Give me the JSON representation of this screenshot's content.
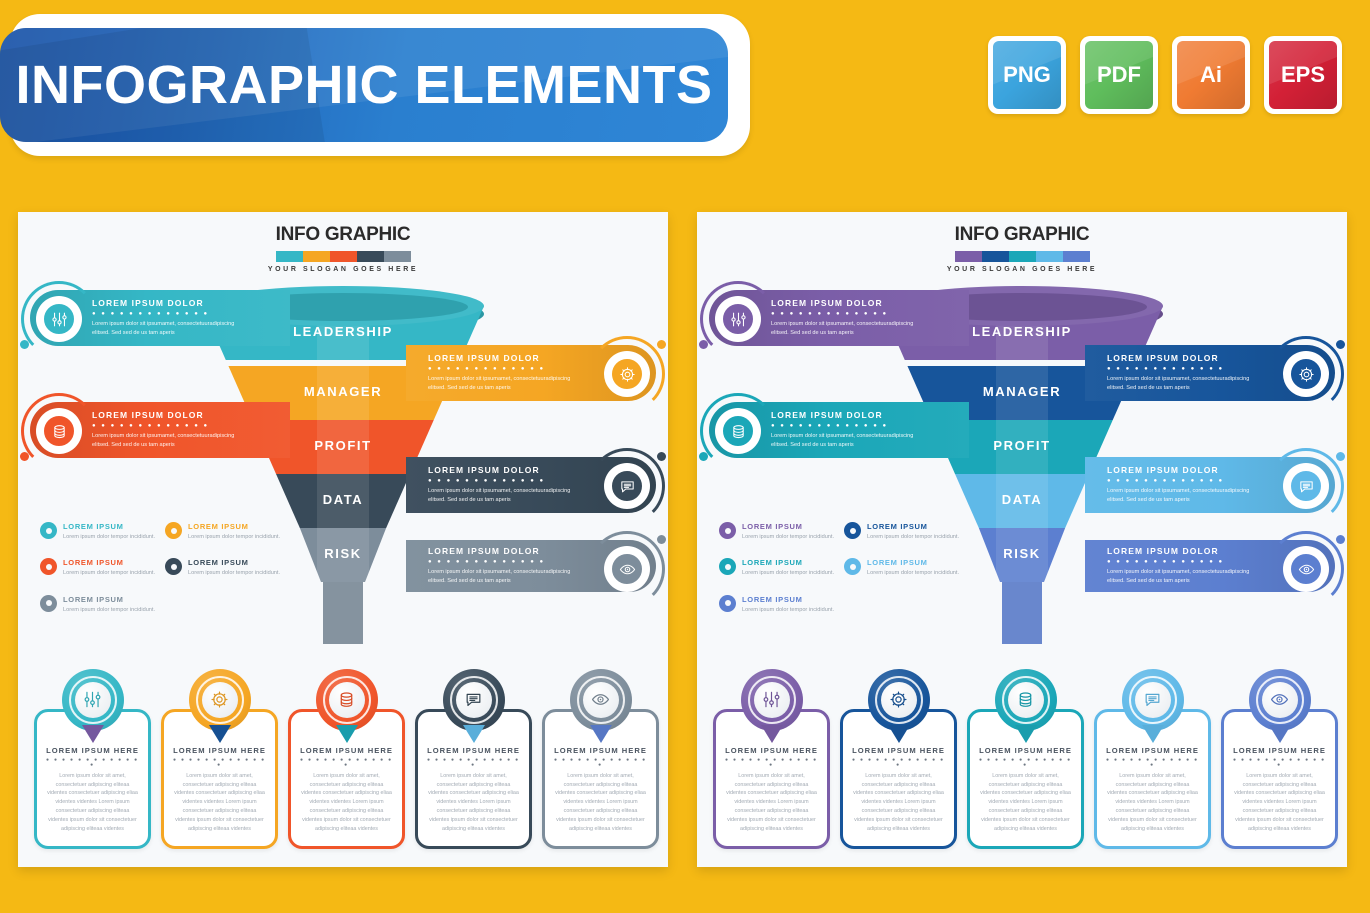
{
  "banner": {
    "title": "INFOGRAPHIC ELEMENTS"
  },
  "badges": [
    {
      "label": "PNG",
      "color": "#3BA4DE"
    },
    {
      "label": "PDF",
      "color": "#5FBD5C"
    },
    {
      "label": "Ai",
      "color": "#F07B32"
    },
    {
      "label": "EPS",
      "color": "#D32036"
    }
  ],
  "panels": [
    {
      "name": "panel-warm",
      "header": {
        "title": "INFO GRAPHIC",
        "slogan": "YOUR SLOGAN GOES HERE"
      },
      "palette": [
        "#35B7C6",
        "#F5A623",
        "#F0552A",
        "#384A59",
        "#7D8D9B"
      ],
      "funnel_stages": [
        {
          "label": "LEADERSHIP",
          "color": "#35B7C6"
        },
        {
          "label": "MANAGER",
          "color": "#F5A623"
        },
        {
          "label": "PROFIT",
          "color": "#F0552A"
        },
        {
          "label": "DATA",
          "color": "#384A59"
        },
        {
          "label": "RISK",
          "color": "#7D8D9B"
        }
      ],
      "callouts": [
        {
          "side": "left",
          "title": "LOREM IPSUM DOLOR",
          "desc": "Lorem ipsum dolor sit ipsumamet, consectetuuradipiscing elitsed. Sed sed de us tam aperis",
          "color": "#35B7C6",
          "icon": "sliders-icon"
        },
        {
          "side": "right",
          "title": "LOREM IPSUM DOLOR",
          "desc": "Lorem ipsum dolor sit ipsumamet, consectetuuradipiscing elitsed. Sed sed de us tam aperis",
          "color": "#F5A623",
          "icon": "gear-icon"
        },
        {
          "side": "left",
          "title": "LOREM IPSUM DOLOR",
          "desc": "Lorem ipsum dolor sit ipsumamet, consectetuuradipiscing elitsed. Sed sed de us tam aperis",
          "color": "#F0552A",
          "icon": "coins-icon"
        },
        {
          "side": "right",
          "title": "LOREM IPSUM DOLOR",
          "desc": "Lorem ipsum dolor sit ipsumamet, consectetuuradipiscing elitsed. Sed sed de us tam aperis",
          "color": "#384A59",
          "icon": "chat-icon"
        },
        {
          "side": "right",
          "title": "LOREM IPSUM DOLOR",
          "desc": "Lorem ipsum dolor sit ipsumamet, consectetuuradipiscing elitsed. Sed sed de us tam aperis",
          "color": "#7D8D9B",
          "icon": "eye-icon"
        }
      ],
      "legend": [
        {
          "title": "LOREM IPSUM",
          "desc": "Lorem ipsum dolor tempor incididunt.",
          "color": "#35B7C6"
        },
        {
          "title": "LOREM IPSUM",
          "desc": "Lorem ipsum dolor tempor incididunt.",
          "color": "#F5A623"
        },
        {
          "title": "LOREM IPSUM",
          "desc": "Lorem ipsum dolor tempor incididunt.",
          "color": "#F0552A"
        },
        {
          "title": "LOREM IPSUM",
          "desc": "Lorem ipsum dolor tempor incididunt.",
          "color": "#384A59"
        },
        {
          "title": "LOREM IPSUM",
          "desc": "Lorem ipsum dolor tempor incididunt.",
          "color": "#7D8D9B"
        }
      ],
      "cards": [
        {
          "title": "LOREM IPSUM HERE",
          "desc": "Lorem ipsum dolor sit amet, consectetuer adipiscing eliteaa videntes consectetuer adipiscing eliaa videntes videntes Lorem ipsum consectetuer adipiscing eliteaa videntes ipsum dolor sit consectetuer adipiscing eliteaa videntes",
          "color": "#35B7C6",
          "icon": "sliders-icon"
        },
        {
          "title": "LOREM IPSUM HERE",
          "desc": "Lorem ipsum dolor sit amet, consectetuer adipiscing eliteaa videntes consectetuer adipiscing eliaa videntes videntes Lorem ipsum consectetuer adipiscing eliteaa videntes ipsum dolor sit consectetuer adipiscing eliteaa videntes",
          "color": "#F5A623",
          "icon": "gear-icon"
        },
        {
          "title": "LOREM IPSUM HERE",
          "desc": "Lorem ipsum dolor sit amet, consectetuer adipiscing eliteaa videntes consectetuer adipiscing eliaa videntes videntes Lorem ipsum consectetuer adipiscing eliteaa videntes ipsum dolor sit consectetuer adipiscing eliteaa videntes",
          "color": "#F0552A",
          "icon": "coins-icon"
        },
        {
          "title": "LOREM IPSUM HERE",
          "desc": "Lorem ipsum dolor sit amet, consectetuer adipiscing eliteaa videntes consectetuer adipiscing eliaa videntes videntes Lorem ipsum consectetuer adipiscing eliteaa videntes ipsum dolor sit consectetuer adipiscing eliteaa videntes",
          "color": "#384A59",
          "icon": "chat-icon"
        },
        {
          "title": "LOREM IPSUM HERE",
          "desc": "Lorem ipsum dolor sit amet, consectetuer adipiscing eliteaa videntes consectetuer adipiscing eliaa videntes videntes Lorem ipsum consectetuer adipiscing eliteaa videntes ipsum dolor sit consectetuer adipiscing eliteaa videntes",
          "color": "#7D8D9B",
          "icon": "eye-icon"
        }
      ]
    },
    {
      "name": "panel-cool",
      "header": {
        "title": "INFO GRAPHIC",
        "slogan": "YOUR SLOGAN GOES HERE"
      },
      "palette": [
        "#7B5EA8",
        "#17559B",
        "#1BA7B8",
        "#5FB9E8",
        "#5C7FD0"
      ],
      "funnel_stages": [
        {
          "label": "LEADERSHIP",
          "color": "#7B5EA8"
        },
        {
          "label": "MANAGER",
          "color": "#17559B"
        },
        {
          "label": "PROFIT",
          "color": "#1BA7B8"
        },
        {
          "label": "DATA",
          "color": "#5FB9E8"
        },
        {
          "label": "RISK",
          "color": "#5C7FD0"
        }
      ],
      "callouts": [
        {
          "side": "left",
          "title": "LOREM IPSUM DOLOR",
          "desc": "Lorem ipsum dolor sit ipsumamet, consectetuuradipiscing elitsed. Sed sed de us tam aperis",
          "color": "#7B5EA8",
          "icon": "sliders-icon"
        },
        {
          "side": "right",
          "title": "LOREM IPSUM DOLOR",
          "desc": "Lorem ipsum dolor sit ipsumamet, consectetuuradipiscing elitsed. Sed sed de us tam aperis",
          "color": "#17559B",
          "icon": "gear-icon"
        },
        {
          "side": "left",
          "title": "LOREM IPSUM DOLOR",
          "desc": "Lorem ipsum dolor sit ipsumamet, consectetuuradipiscing elitsed. Sed sed de us tam aperis",
          "color": "#1BA7B8",
          "icon": "coins-icon"
        },
        {
          "side": "right",
          "title": "LOREM IPSUM DOLOR",
          "desc": "Lorem ipsum dolor sit ipsumamet, consectetuuradipiscing elitsed. Sed sed de us tam aperis",
          "color": "#5FB9E8",
          "icon": "chat-icon"
        },
        {
          "side": "right",
          "title": "LOREM IPSUM DOLOR",
          "desc": "Lorem ipsum dolor sit ipsumamet, consectetuuradipiscing elitsed. Sed sed de us tam aperis",
          "color": "#5C7FD0",
          "icon": "eye-icon"
        }
      ],
      "legend": [
        {
          "title": "LOREM IPSUM",
          "desc": "Lorem ipsum dolor tempor incididunt.",
          "color": "#7B5EA8"
        },
        {
          "title": "LOREM IPSUM",
          "desc": "Lorem ipsum dolor tempor incididunt.",
          "color": "#17559B"
        },
        {
          "title": "LOREM IPSUM",
          "desc": "Lorem ipsum dolor tempor incididunt.",
          "color": "#1BA7B8"
        },
        {
          "title": "LOREM IPSUM",
          "desc": "Lorem ipsum dolor tempor incididunt.",
          "color": "#5FB9E8"
        },
        {
          "title": "LOREM IPSUM",
          "desc": "Lorem ipsum dolor tempor incididunt.",
          "color": "#5C7FD0"
        }
      ],
      "cards": [
        {
          "title": "LOREM IPSUM HERE",
          "desc": "Lorem ipsum dolor sit amet, consectetuer adipiscing eliteaa videntes consectetuer adipiscing eliaa videntes videntes Lorem ipsum consectetuer adipiscing eliteaa videntes ipsum dolor sit consectetuer adipiscing eliteaa videntes",
          "color": "#7B5EA8",
          "icon": "sliders-icon"
        },
        {
          "title": "LOREM IPSUM HERE",
          "desc": "Lorem ipsum dolor sit amet, consectetuer adipiscing eliteaa videntes consectetuer adipiscing eliaa videntes videntes Lorem ipsum consectetuer adipiscing eliteaa videntes ipsum dolor sit consectetuer adipiscing eliteaa videntes",
          "color": "#17559B",
          "icon": "gear-icon"
        },
        {
          "title": "LOREM IPSUM HERE",
          "desc": "Lorem ipsum dolor sit amet, consectetuer adipiscing eliteaa videntes consectetuer adipiscing eliaa videntes videntes Lorem ipsum consectetuer adipiscing eliteaa videntes ipsum dolor sit consectetuer adipiscing eliteaa videntes",
          "color": "#1BA7B8",
          "icon": "coins-icon"
        },
        {
          "title": "LOREM IPSUM HERE",
          "desc": "Lorem ipsum dolor sit amet, consectetuer adipiscing eliteaa videntes consectetuer adipiscing eliaa videntes videntes Lorem ipsum consectetuer adipiscing eliteaa videntes ipsum dolor sit consectetuer adipiscing eliteaa videntes",
          "color": "#5FB9E8",
          "icon": "chat-icon"
        },
        {
          "title": "LOREM IPSUM HERE",
          "desc": "Lorem ipsum dolor sit amet, consectetuer adipiscing eliteaa videntes consectetuer adipiscing eliaa videntes videntes Lorem ipsum consectetuer adipiscing eliteaa videntes ipsum dolor sit consectetuer adipiscing eliteaa videntes",
          "color": "#5C7FD0",
          "icon": "eye-icon"
        }
      ]
    }
  ],
  "background_color": "#F5B914",
  "dots_string": "● ● ● ● ● ● ● ● ● ● ● ● ●"
}
